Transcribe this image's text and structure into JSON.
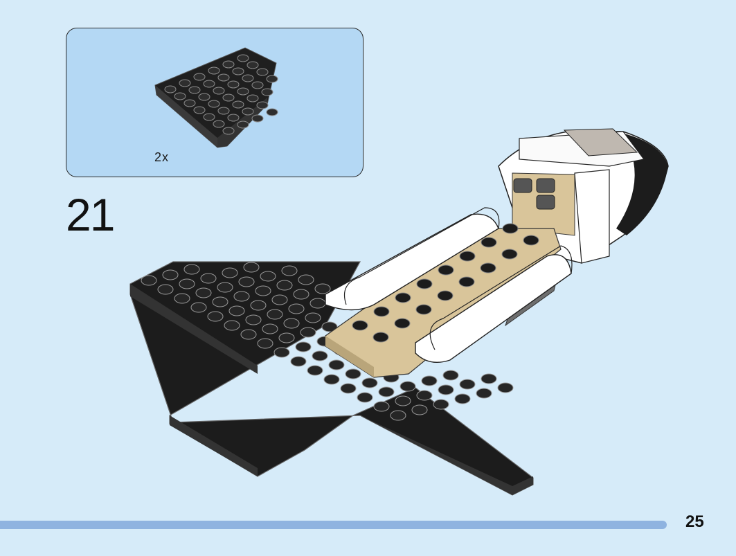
{
  "step": {
    "number": "21",
    "parts_needed": [
      {
        "part": "wedge-plate-black",
        "color": "#2a2a2a",
        "quantity_label": "2x"
      }
    ]
  },
  "page": {
    "number": "25",
    "progress_fraction": 0.906
  },
  "colors": {
    "background": "#d6ebf9",
    "callout_fill": "#b4d8f4",
    "plate_black": "#2a2a2a",
    "tan": "#d9c59a",
    "white_parts": "#ffffff",
    "progress_bar": "#8fb3e0"
  }
}
